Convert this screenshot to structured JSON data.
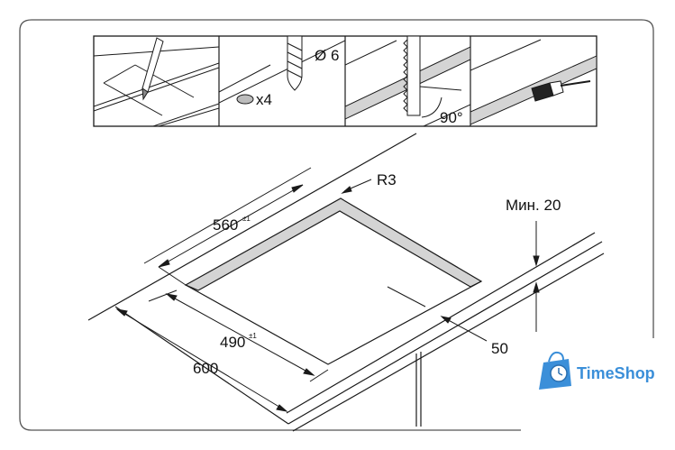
{
  "steps": [
    {
      "label": ""
    },
    {
      "label": "x4"
    },
    {
      "label": "Ø 6"
    },
    {
      "label": "90°"
    }
  ],
  "dimensions": {
    "radius": "R3",
    "width": "560",
    "width_tol": "±1",
    "depth": "490",
    "depth_tol": "±1",
    "counter_depth": "600",
    "min_edge": "Мин. 20",
    "edge_distance": "50"
  },
  "logo": {
    "text": "TimeShop",
    "color": "#3b8fd9",
    "icon": "shopping-bag-clock-icon"
  },
  "colors": {
    "stroke": "#1a1a1a",
    "cutout_fill": "#d4d4d4",
    "frame": "#555555"
  }
}
